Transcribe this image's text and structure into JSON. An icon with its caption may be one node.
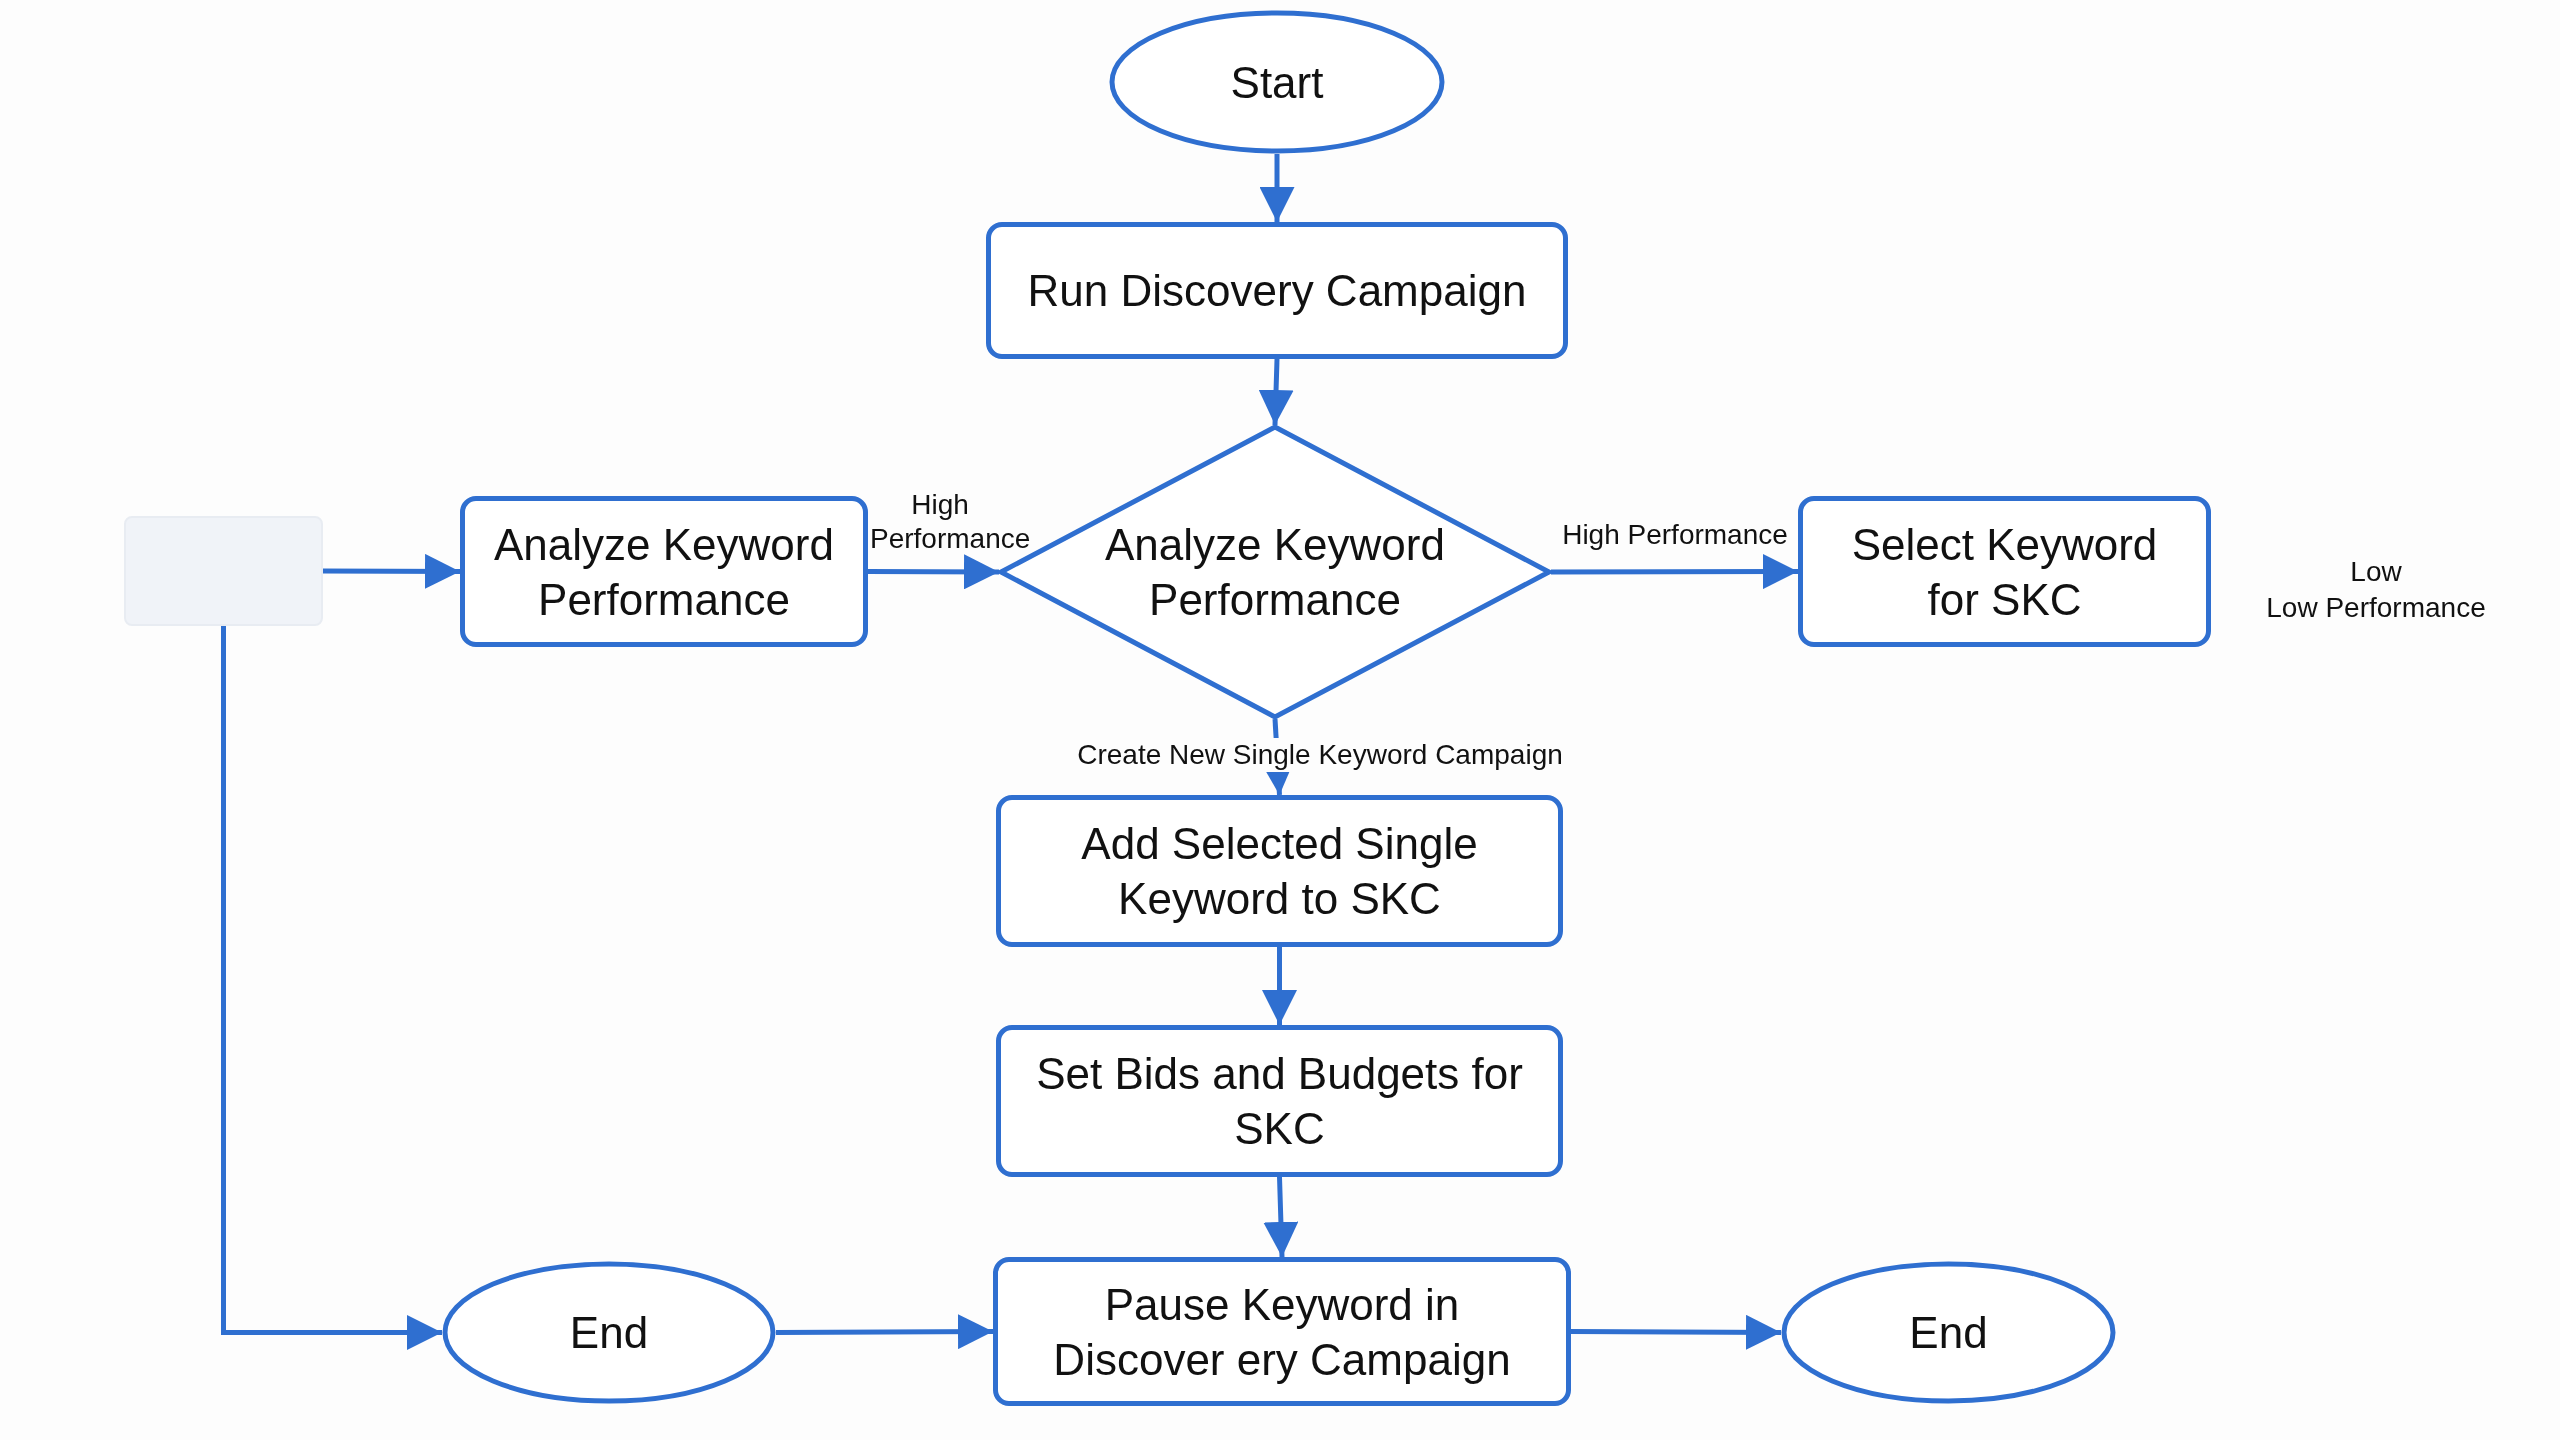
{
  "diagram": {
    "nodes": [
      {
        "text": [
          "Start"
        ]
      },
      {
        "text": [
          "Run Discovery Campaign"
        ]
      },
      {
        "text": [],
        "shape": "box"
      },
      {
        "text": [
          "Analyze Keyword Performance"
        ]
      },
      {
        "text": [
          "Analyze Keyword Performance"
        ]
      },
      {
        "text": [
          "Select Keyword for SKC"
        ]
      },
      {
        "text": [
          "Add Selected Single Keyword to SKC"
        ]
      },
      {
        "text": [
          "Set Bids and Budgets for SKC"
        ]
      },
      {
        "text": [
          "End"
        ]
      },
      {
        "text": [
          "Pause Keyword in Discover ery Campaign"
        ]
      },
      {
        "text": [
          "End"
        ]
      }
    ],
    "edges": [
      {
        "from": 0,
        "to": 1,
        "arrow": "to"
      },
      {
        "from": 1,
        "to": 4,
        "arrow": "to"
      },
      {
        "from": 2,
        "to": 3,
        "arrow": "to"
      },
      {
        "from": 3,
        "to": 4,
        "arrow": "to",
        "label": "High Performance"
      },
      {
        "from": 4,
        "to": 5,
        "arrow": "to",
        "label": "High Performance"
      },
      {
        "from": 4,
        "to": 6,
        "arrow": "to",
        "label": "Create New Single Keyword Campaign"
      },
      {
        "from": 6,
        "to": 7,
        "arrow": "to"
      },
      {
        "from": 7,
        "to": 9,
        "arrow": "to"
      },
      {
        "from": 2,
        "to": 8,
        "arrow": "to"
      },
      {
        "from": 8,
        "to": 9,
        "arrow": "to"
      },
      {
        "from": 9,
        "to": 10,
        "arrow": "to"
      }
    ],
    "labels": [
      "Low",
      "Low Performance"
    ]
  }
}
